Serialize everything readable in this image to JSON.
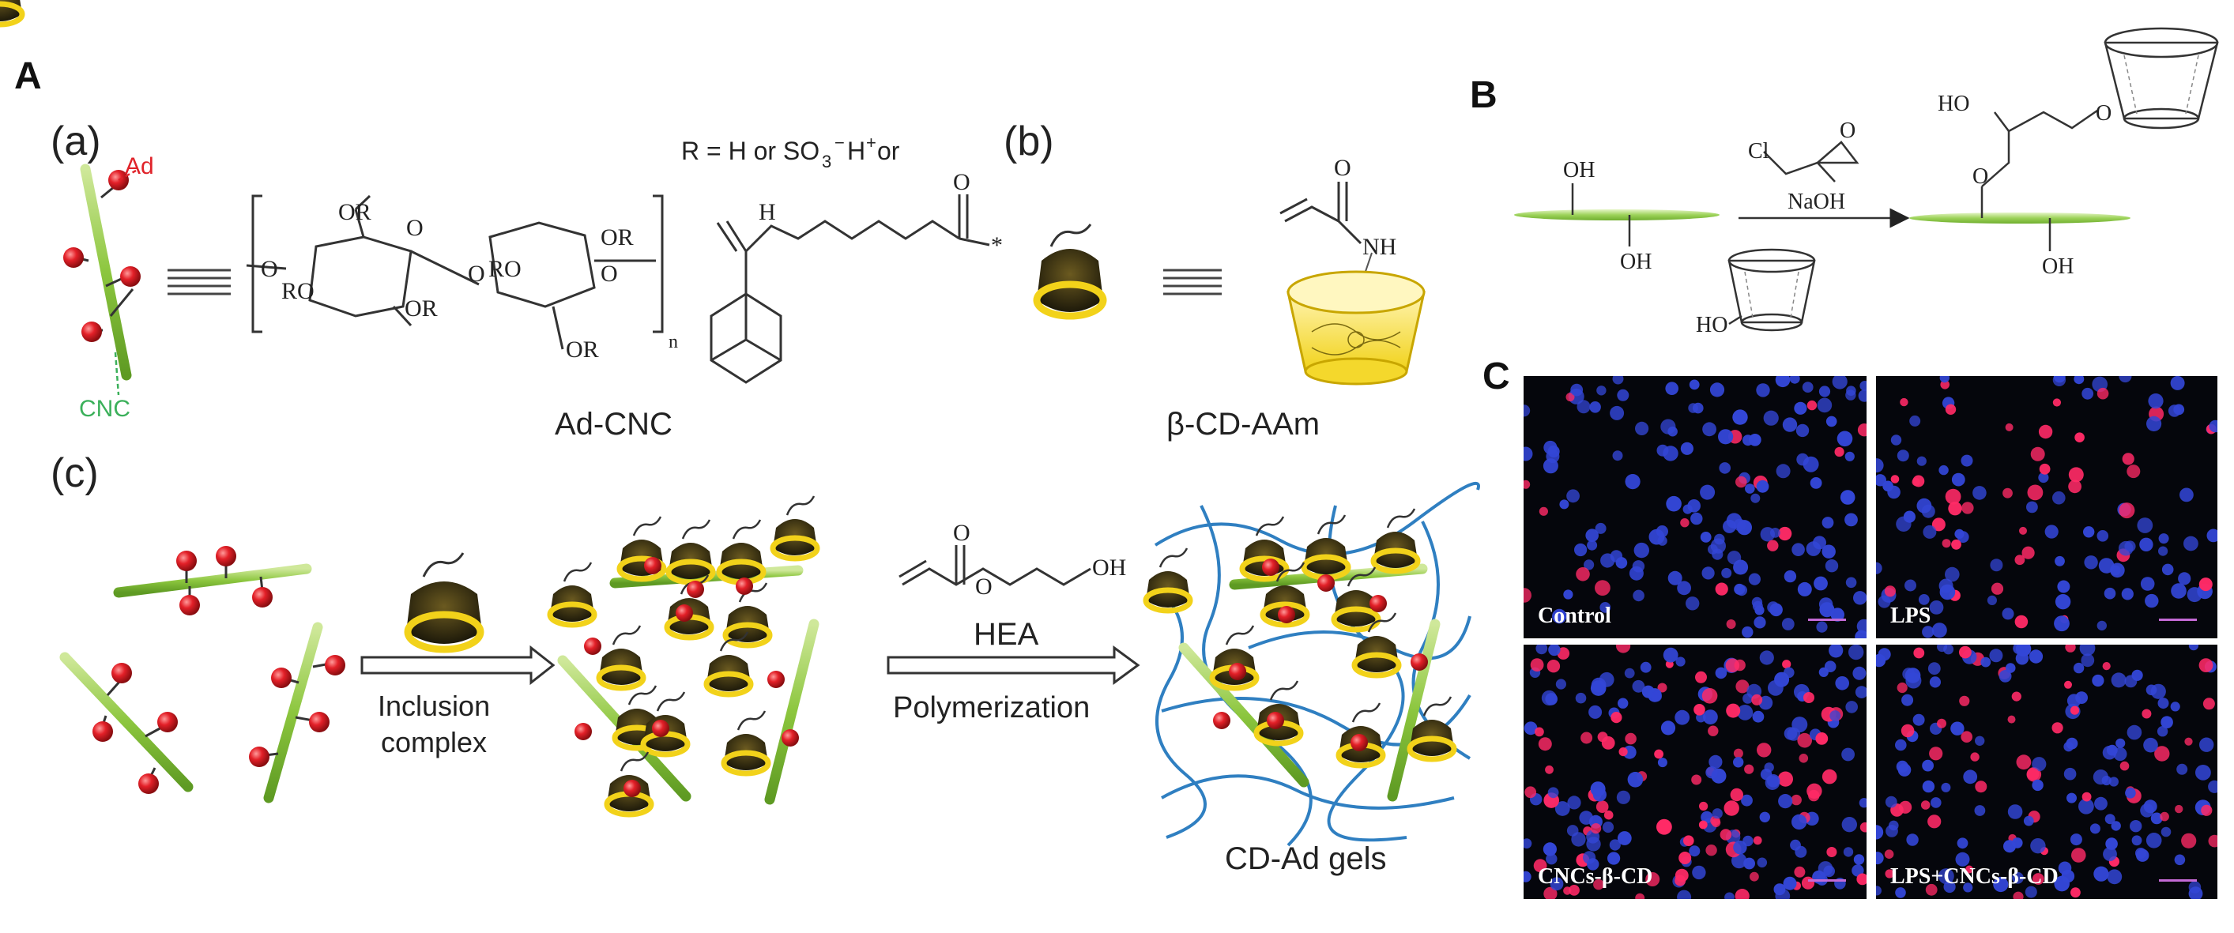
{
  "panel_labels": {
    "A": "A",
    "B": "B",
    "C": "C"
  },
  "sub_labels": {
    "a": "(a)",
    "b": "(b)",
    "c": "(c)"
  },
  "labels": {
    "ad": "Ad",
    "cnc": "CNC",
    "r_definition_prefix": "R = H or SO",
    "r_sub": "3",
    "r_sup": "−",
    "r_mid": "H",
    "r_sup2": "+",
    "r_suffix": " or",
    "ad_cnc": "Ad-CNC",
    "cd_aam": "β-CD-AAm",
    "inclusion_line1": "Inclusion",
    "inclusion_line2": "complex",
    "hea": "HEA",
    "polymerization": "Polymerization",
    "gels": "CD-Ad gels",
    "OR": "OR",
    "RO": "RO",
    "n": "n",
    "star": "*",
    "H": "H",
    "O": "O",
    "NH": "NH",
    "OH": "OH",
    "HO": "HO",
    "Cl": "Cl",
    "NaOH": "NaOH"
  },
  "micrographs": [
    {
      "caption": "Control"
    },
    {
      "caption": "LPS"
    },
    {
      "caption": "CNCs-β-CD"
    },
    {
      "caption": "LPS+CNCs-β-CD"
    }
  ],
  "colors": {
    "ad_red": "#e0232a",
    "cnc_green": "#8cc63e",
    "cd_yellow": "#f2d21a",
    "cd_dark": "#2b2410",
    "polymer_blue": "#2f7fc1",
    "cell_blue": "#3346d6",
    "cell_red": "#ff2a66"
  }
}
